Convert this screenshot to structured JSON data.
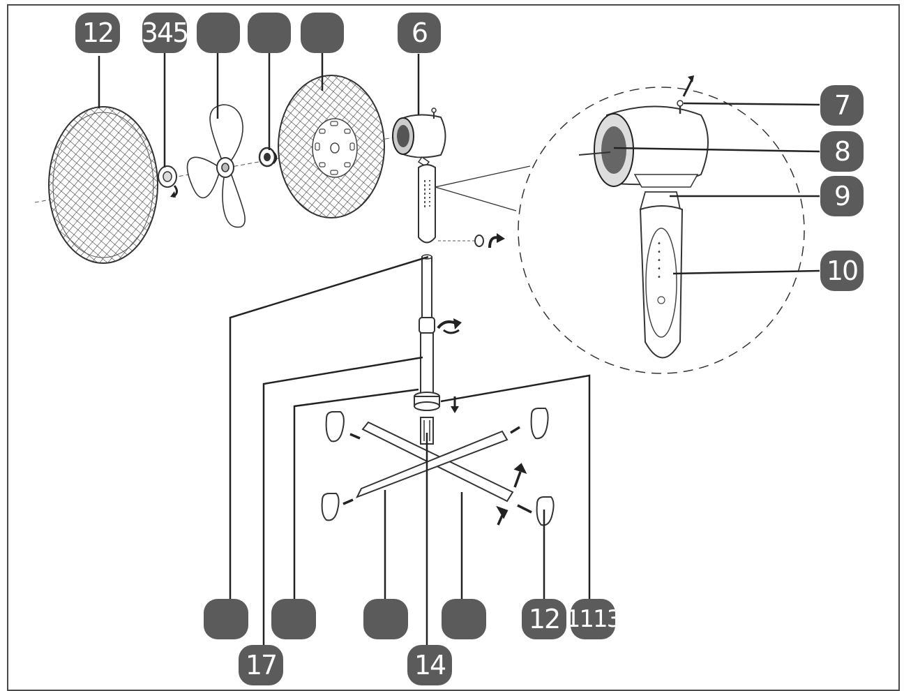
{
  "diagram": {
    "colors": {
      "badge": "#5b5b5b",
      "badge_text": "#ffffff",
      "line": "#222222",
      "frame": "#4a4a4a"
    },
    "badges": [
      {
        "id": "b-1-2",
        "label": "12"
      },
      {
        "id": "b-3-4-5",
        "label": "345"
      },
      {
        "id": "b-blank-1",
        "label": ""
      },
      {
        "id": "b-blank-2",
        "label": ""
      },
      {
        "id": "b-blank-3",
        "label": ""
      },
      {
        "id": "b-6",
        "label": "6"
      },
      {
        "id": "b-7",
        "label": "7"
      },
      {
        "id": "b-8",
        "label": "8"
      },
      {
        "id": "b-9",
        "label": "9"
      },
      {
        "id": "b-10",
        "label": "10"
      },
      {
        "id": "b-blank-4",
        "label": ""
      },
      {
        "id": "b-blank-5",
        "label": ""
      },
      {
        "id": "b-blank-6",
        "label": ""
      },
      {
        "id": "b-blank-7",
        "label": ""
      },
      {
        "id": "b-12",
        "label": "12"
      },
      {
        "id": "b-11-13",
        "label": "1113"
      },
      {
        "id": "b-17",
        "label": "17"
      },
      {
        "id": "b-14",
        "label": "14"
      }
    ],
    "control_panel_marks": [
      "•",
      "•",
      "•",
      "•",
      "•"
    ]
  }
}
